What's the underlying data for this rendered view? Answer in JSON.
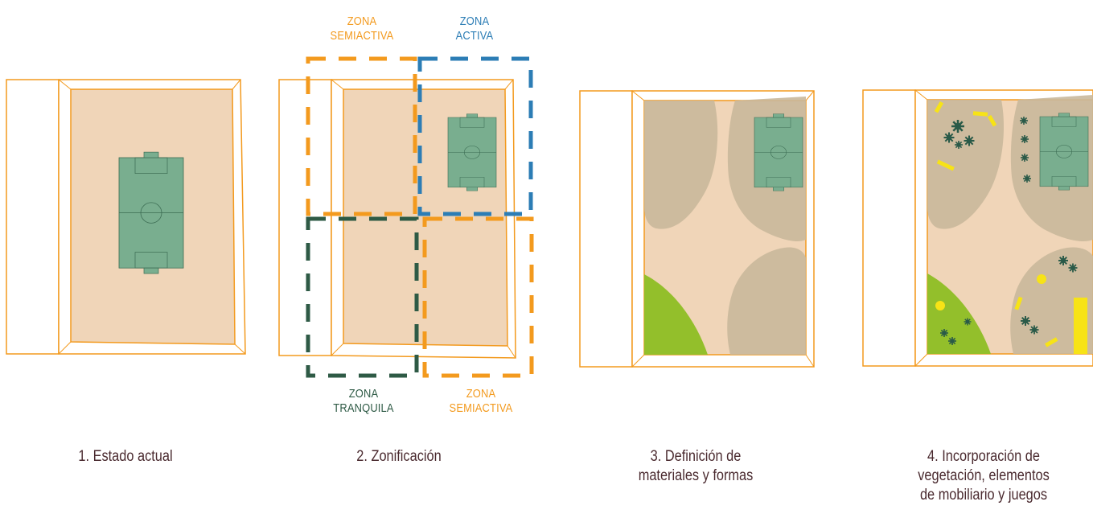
{
  "zone_labels": {
    "semiactiva_top": [
      "ZONA",
      "SEMIACTIVA"
    ],
    "activa": [
      "ZONA",
      "ACTIVA"
    ],
    "tranquila": [
      "ZONA",
      "TRANQUILA"
    ],
    "semiactiva_bottom": [
      "ZONA",
      "SEMIACTIVA"
    ]
  },
  "captions": {
    "step1": [
      "1. Estado actual"
    ],
    "step2": [
      "2. Zonificación"
    ],
    "step3": [
      "3. Definición de",
      "materiales y formas"
    ],
    "step4": [
      "4. Incorporación de",
      "vegetación, elementos",
      "de mobiliario y juegos"
    ]
  },
  "colors": {
    "outline": "#F39A1E",
    "sand": "#F0D5B8",
    "pitch": "#79AE8F",
    "pitch_line": "#3B6B52",
    "zone_semiactiva": "#F39A1E",
    "zone_activa": "#2C7DB5",
    "zone_tranquila": "#2E5A45",
    "gravel": "#C9B89B",
    "grass": "#93BF2B",
    "tree": "#2A5A48",
    "furniture": "#F7E316",
    "caption_text": "#4A2A2F"
  },
  "icons": {
    "trees": "tree-icon",
    "furniture": "bench-icon"
  }
}
